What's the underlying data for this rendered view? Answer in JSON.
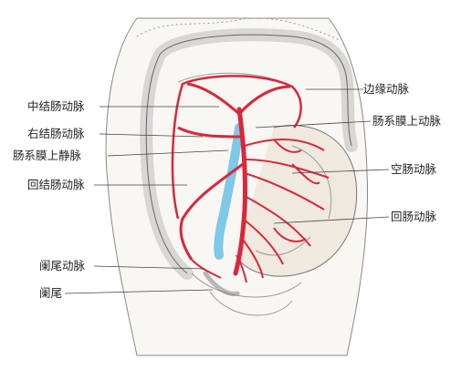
{
  "labels": {
    "left": [
      {
        "id": "middle-colic",
        "text": "中结肠动脉"
      },
      {
        "id": "right-colic",
        "text": "右结肠动脉"
      },
      {
        "id": "sup-mes-vein",
        "text": "肠系膜上静脉"
      },
      {
        "id": "ileocolic",
        "text": "回结肠动脉"
      },
      {
        "id": "appendicular",
        "text": "阑尾动脉"
      },
      {
        "id": "appendix",
        "text": "阑尾"
      }
    ],
    "right": [
      {
        "id": "marginal",
        "text": "边缘动脉"
      },
      {
        "id": "sup-mes-artery",
        "text": "肠系膜上动脉"
      },
      {
        "id": "jejunal",
        "text": "空肠动脉"
      },
      {
        "id": "ileal",
        "text": "回肠动脉"
      }
    ]
  },
  "colors": {
    "artery": "#d8283a",
    "vein": "#7ec8e8",
    "outline": "#666666",
    "tissue": "#f7f4ef"
  }
}
